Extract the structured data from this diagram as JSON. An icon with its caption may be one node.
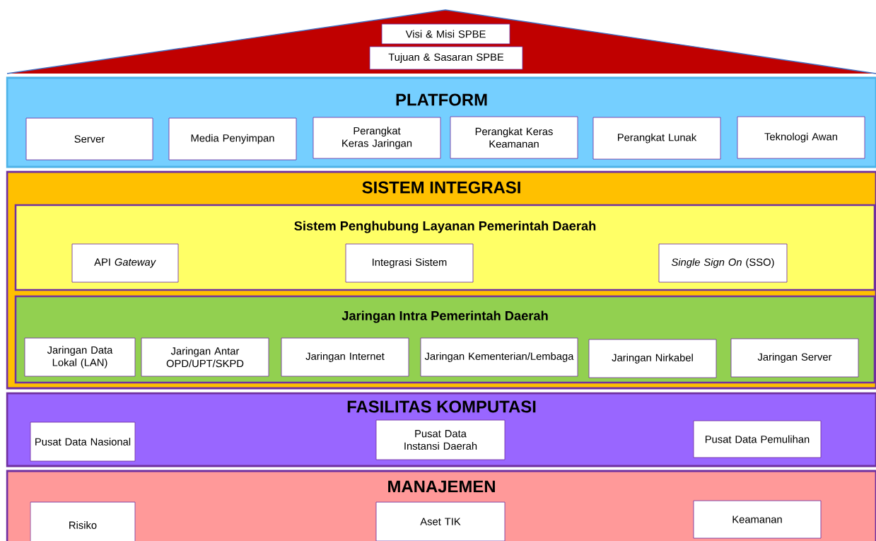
{
  "diagram": {
    "nodes": [
      {
        "text": [],
        "shape": "triangle"
      },
      {
        "text": [
          "Visi & Misi SPBE"
        ],
        "in": 0
      },
      {
        "text": [
          "Tujuan & Sasaran SPBE"
        ],
        "in": 0
      },
      {
        "text": [
          "PLATFORM"
        ]
      },
      {
        "text": [
          "Server"
        ],
        "in": 3
      },
      {
        "text": [
          "Media Penyimpan"
        ],
        "in": 3
      },
      {
        "text": [
          "Perangkat Keras Jaringan"
        ],
        "in": 3
      },
      {
        "text": [
          "Perangkat Keras Keamanan"
        ],
        "in": 3
      },
      {
        "text": [
          "Perangkat Lunak"
        ],
        "in": 3
      },
      {
        "text": [
          "Teknologi Awan"
        ],
        "in": 3
      },
      {
        "text": [
          "SISTEM INTEGRASI"
        ]
      },
      {
        "text": [
          "Sistem Penghubung Layanan Pemerintah Daerah"
        ],
        "in": 10
      },
      {
        "text": [
          "API *Gateway*"
        ],
        "in": 11
      },
      {
        "text": [
          "Integrasi Sistem"
        ],
        "in": 11
      },
      {
        "text": [
          "*Single Sign On* (SSO)"
        ],
        "in": 11
      },
      {
        "text": [
          "Jaringan Intra Pemerintah Daerah"
        ],
        "in": 10
      },
      {
        "text": [
          "Jaringan Data Lokal (LAN)"
        ],
        "in": 15
      },
      {
        "text": [
          "Jaringan Antar OPD/UPT/SKPD"
        ],
        "in": 15
      },
      {
        "text": [
          "Jaringan Internet"
        ],
        "in": 15
      },
      {
        "text": [
          "Jaringan Kementerian/Lembaga"
        ],
        "in": 15
      },
      {
        "text": [
          "Jaringan Nirkabel"
        ],
        "in": 15
      },
      {
        "text": [
          "Jaringan Server"
        ],
        "in": 15
      },
      {
        "text": [
          "FASILITAS KOMPUTASI"
        ]
      },
      {
        "text": [
          "Pusat Data Nasional"
        ],
        "in": 22
      },
      {
        "text": [
          "Pusat Data Instansi Daerah"
        ],
        "in": 22
      },
      {
        "text": [
          "Pusat Data Pemulihan"
        ],
        "in": 22
      },
      {
        "text": [
          "MANAJEMEN"
        ]
      },
      {
        "text": [
          "Risiko"
        ],
        "in": 26
      },
      {
        "text": [
          "Aset TIK"
        ],
        "in": 26
      },
      {
        "text": [
          "Keamanan"
        ],
        "in": 26
      }
    ]
  }
}
